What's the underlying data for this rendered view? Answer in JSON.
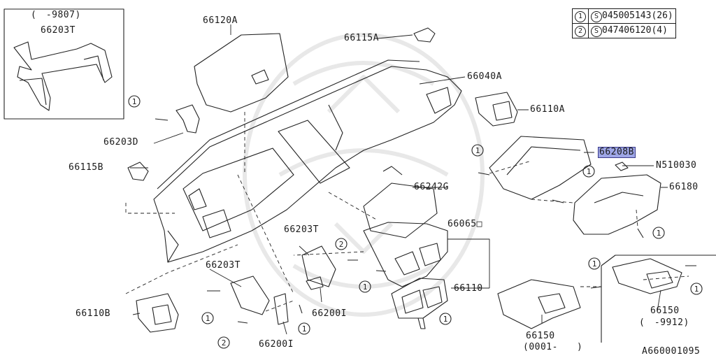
{
  "legend": [
    {
      "mark": "1",
      "code": "S",
      "part": "045005143(26)"
    },
    {
      "mark": "2",
      "code": "S",
      "part": "047406120(4)"
    }
  ],
  "labels": {
    "inset_range": "(　-9807)",
    "p66203T_inset": "66203T",
    "p66120A": "66120A",
    "p66115A": "66115A",
    "p66040A": "66040A",
    "p66110A": "66110A",
    "p66203D": "66203D",
    "p66208B": "66208B",
    "pN510030": "N510030",
    "p66115B": "66115B",
    "p66242G": "66242G",
    "p66180": "66180",
    "p66065": "66065□",
    "p66203T_a": "66203T",
    "p66203T_b": "66203T",
    "p66110": "66110",
    "p66110B": "66110B",
    "p66200I_a": "66200I",
    "p66200I_b": "66200I",
    "p66150_a": "66150",
    "p66150_a_range": "(0001-　　)",
    "p66150_b": "66150",
    "p66150_b_range": "(　-9912)",
    "diagram_id": "A660001095"
  },
  "callouts": [
    "1",
    "2"
  ]
}
